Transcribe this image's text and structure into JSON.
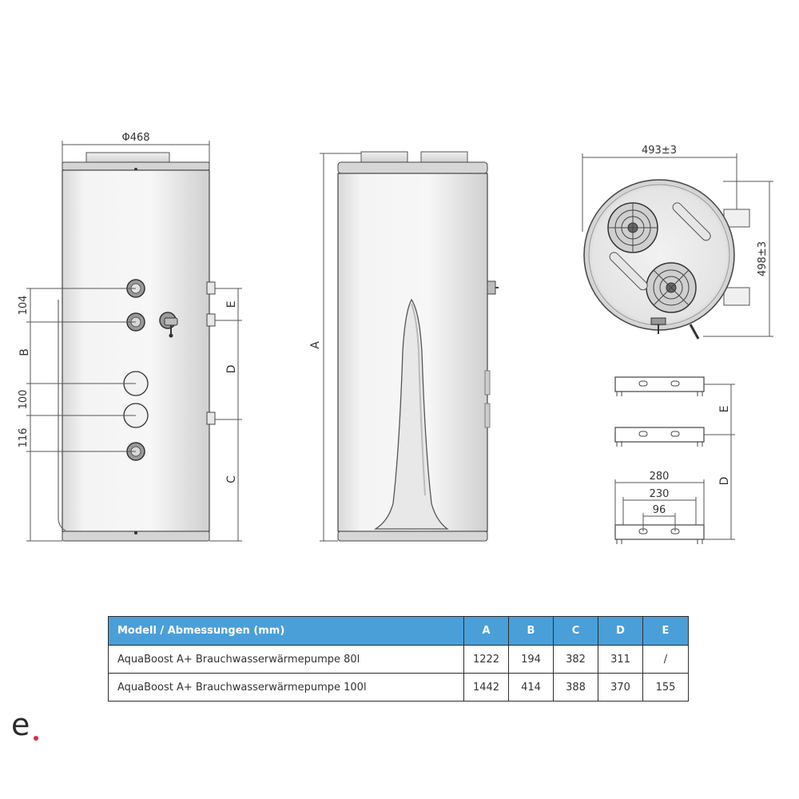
{
  "front_view": {
    "diameter_label": "Φ468",
    "dim_left": [
      "104",
      "B",
      "100",
      "116"
    ],
    "dim_right": [
      "E",
      "D",
      "C"
    ]
  },
  "side_view": {
    "height_label": "A"
  },
  "top_view": {
    "width_label": "493±3",
    "depth_label": "498±3"
  },
  "bracket_view": {
    "dim_e": "E",
    "dim_d": "D",
    "w1": "280",
    "w2": "230",
    "w3": "96"
  },
  "table": {
    "headers": [
      "Modell / Abmessungen (mm)",
      "A",
      "B",
      "C",
      "D",
      "E"
    ],
    "rows": [
      [
        "AquaBoost A+ Brauchwasserwärmepumpe 80l",
        "1222",
        "194",
        "382",
        "311",
        "/"
      ],
      [
        "AquaBoost A+ Brauchwasserwärmepumpe 100l",
        "1442",
        "414",
        "388",
        "370",
        "155"
      ]
    ]
  },
  "brand": {
    "logo_text": "e",
    "dot_color": "#e0284a"
  },
  "colors": {
    "header_bg": "#4a9fd8",
    "line": "#2d2d2d"
  }
}
